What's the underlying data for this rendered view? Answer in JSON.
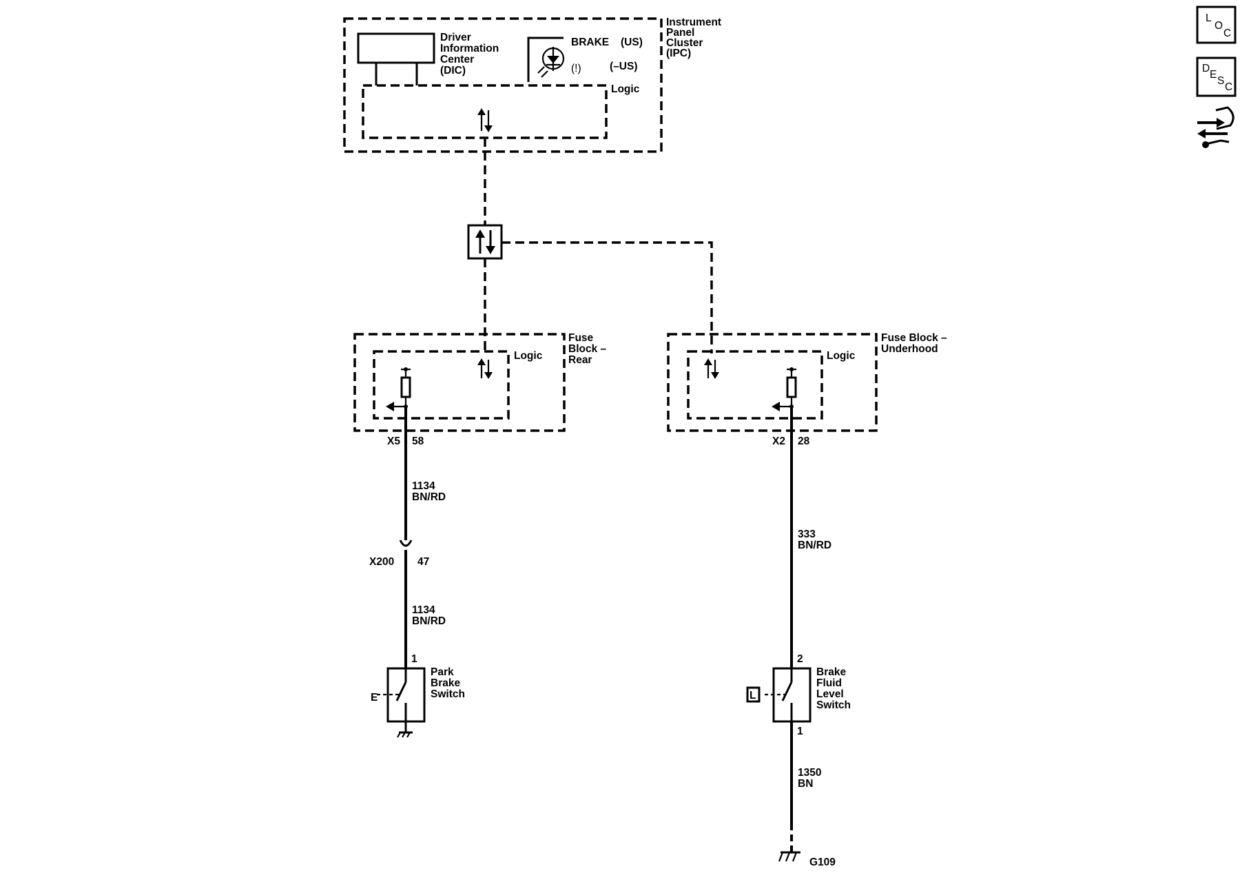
{
  "ipc": {
    "name": [
      "Instrument",
      "Panel",
      "Cluster",
      "(IPC)"
    ],
    "dic": [
      "Driver",
      "Information",
      "Center",
      "(DIC)"
    ],
    "brake_label": "BRAKE",
    "brake_us": "(US)",
    "brake_non_us": "(–US)",
    "brake_symbol": "(!)",
    "logic": "Logic"
  },
  "fuse_rear": {
    "name": [
      "Fuse",
      "Block –",
      "Rear"
    ],
    "logic": "Logic",
    "connector": "X5",
    "pin": "58"
  },
  "fuse_underhood": {
    "name": [
      "Fuse Block –",
      "Underhood"
    ],
    "logic": "Logic",
    "connector": "X2",
    "pin": "28"
  },
  "park_circuit": {
    "wire_upper": {
      "circuit": "1134",
      "color": "BN/RD"
    },
    "inline_connector": "X200",
    "inline_pin": "47",
    "wire_lower": {
      "circuit": "1134",
      "color": "BN/RD"
    },
    "switch_pin": "1",
    "switch_name": [
      "Park",
      "Brake",
      "Switch"
    ],
    "switch_tag": "E"
  },
  "fluid_circuit": {
    "wire_upper": {
      "circuit": "333",
      "color": "BN/RD"
    },
    "switch_pin_top": "2",
    "switch_pin_bottom": "1",
    "switch_name": [
      "Brake",
      "Fluid",
      "Level",
      "Switch"
    ],
    "switch_tag": "L",
    "wire_lower": {
      "circuit": "1350",
      "color": "BN"
    },
    "ground": "G109"
  },
  "side_icons": [
    {
      "name": "loc",
      "letters": [
        "L",
        "O",
        "C"
      ]
    },
    {
      "name": "desc",
      "letters": [
        "D",
        "E",
        "S",
        "C"
      ]
    },
    {
      "name": "schematic",
      "letters": []
    }
  ]
}
